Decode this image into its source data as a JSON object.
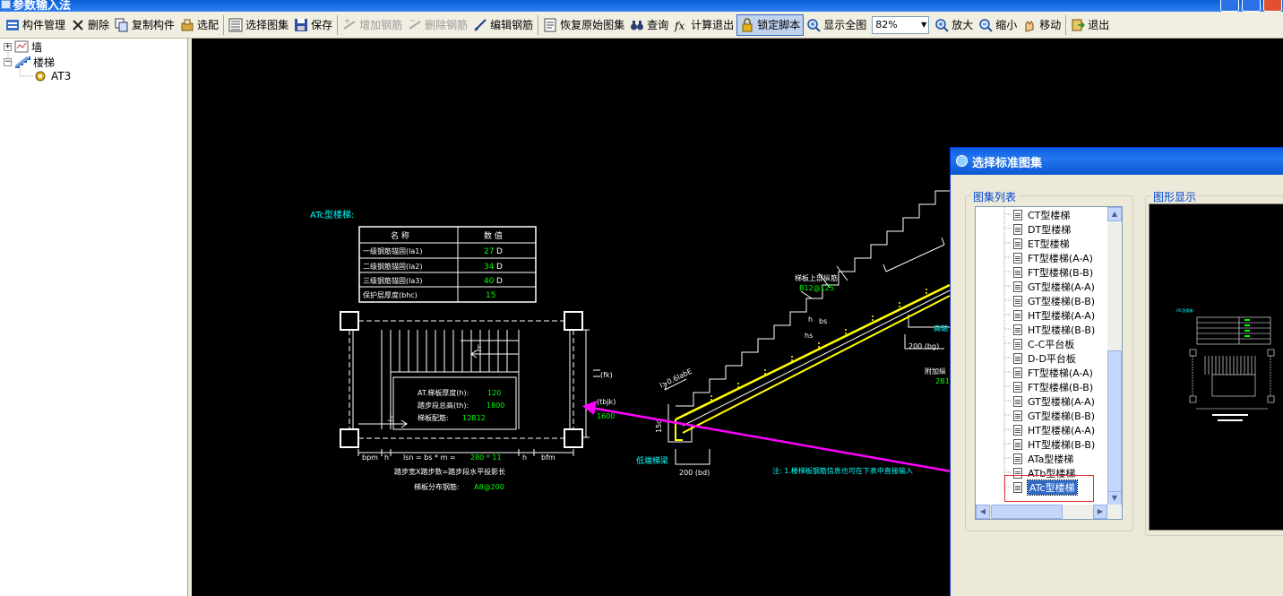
{
  "window": {
    "title": "参数输入法"
  },
  "toolbar": {
    "items": [
      {
        "label": "构件管理",
        "icon": "component-manage-icon",
        "state": "normal"
      },
      {
        "label": "删除",
        "icon": "delete-x-icon",
        "state": "normal"
      },
      {
        "label": "复制构件",
        "icon": "copy-icon",
        "state": "normal"
      },
      {
        "label": "选配",
        "icon": "select-match-icon",
        "state": "normal"
      },
      {
        "label": "选择图集",
        "icon": "atlas-select-icon",
        "state": "normal"
      },
      {
        "label": "保存",
        "icon": "floppy-save-icon",
        "state": "normal"
      },
      {
        "label": "增加钢筋",
        "icon": "add-rebar-icon",
        "state": "disabled"
      },
      {
        "label": "删除钢筋",
        "icon": "remove-rebar-icon",
        "state": "disabled"
      },
      {
        "label": "编辑钢筋",
        "icon": "edit-rebar-icon",
        "state": "normal"
      },
      {
        "label": "恢复原始图集",
        "icon": "restore-atlas-icon",
        "state": "normal"
      },
      {
        "label": "查询",
        "icon": "binoculars-icon",
        "state": "normal"
      },
      {
        "label": "计算退出",
        "icon": "fx-icon",
        "state": "normal"
      },
      {
        "label": "锁定脚本",
        "icon": "lock-icon",
        "state": "pressed"
      },
      {
        "label": "显示全图",
        "icon": "zoom-all-icon",
        "state": "normal"
      },
      {
        "label": "放大",
        "icon": "zoom-in-icon",
        "state": "normal"
      },
      {
        "label": "缩小",
        "icon": "zoom-out-icon",
        "state": "normal"
      },
      {
        "label": "移动",
        "icon": "hand-move-icon",
        "state": "normal"
      },
      {
        "label": "退出",
        "icon": "exit-icon",
        "state": "normal"
      }
    ],
    "zoom_value": "82%"
  },
  "tree": {
    "root1": "墙",
    "root2": "楼梯",
    "child": "AT3"
  },
  "drawing": {
    "type_title": "ATc型楼梯:",
    "table": {
      "headers": [
        "名  称",
        "数  值"
      ],
      "rows": [
        {
          "name": "一级钢筋锚固(la1)",
          "value": "27",
          "unit": "D"
        },
        {
          "name": "二级钢筋锚固(la2)",
          "value": "34",
          "unit": "D"
        },
        {
          "name": "三级钢筋锚固(la3)",
          "value": "40",
          "unit": "D"
        },
        {
          "name": "保护层厚度(bhc)",
          "value": "15",
          "unit": ""
        }
      ]
    },
    "plan": {
      "label_h": "AT.梯板厚度(h):",
      "value_h": "120",
      "label_th": "踏步段总高(th):",
      "value_th": "1800",
      "label_rebar": "梯板配筋:",
      "value_rebar": "12B12",
      "up": "上",
      "fk": "(fk)",
      "tbjk": "(tbjk)",
      "tbjk_value": "1600",
      "bpm": "bpm",
      "h": "h",
      "lsn": "lsn = bs * m =",
      "lsn_value": "280 * 11",
      "bfm": "bfm",
      "caption1": "踏步宽X踏步数=踏步段水平投影长",
      "caption2_label": "梯板分布钢筋:",
      "caption2_value": "A8@200"
    },
    "section": {
      "top_rebar_label": "梯板上部纵筋",
      "top_rebar_value": "B12@125",
      "low_beam": "低端梯梁",
      "bd": "200 (bd)",
      "bg": "200 (bg)",
      "hs": "hs",
      "bs": "bs",
      "h": "h",
      "anchor": "l>0.6labE",
      "dim15": "15d",
      "high_beam": "高端",
      "add": "附加纵",
      "add_val": "2B1",
      "note": "注: 1.楼梯板钢筋信息也可在下表中直接输入"
    }
  },
  "dialog": {
    "title": "选择标准图集",
    "list_group": "图集列表",
    "preview_group": "图形显示",
    "items": [
      "CT型楼梯",
      "DT型楼梯",
      "ET型楼梯",
      "FT型楼梯(A-A)",
      "FT型楼梯(B-B)",
      "GT型楼梯(A-A)",
      "GT型楼梯(B-B)",
      "HT型楼梯(A-A)",
      "HT型楼梯(B-B)",
      "C-C平台板",
      "D-D平台板",
      "FT型楼梯(A-A)",
      "FT型楼梯(B-B)",
      "GT型楼梯(A-A)",
      "GT型楼梯(B-B)",
      "HT型楼梯(A-A)",
      "HT型楼梯(B-B)",
      "ATa型楼梯",
      "ATb型楼梯",
      "ATc型楼梯"
    ],
    "selected_index": 19,
    "preview_title": "ATc型楼梯:"
  },
  "colors": {
    "accent": "#316ac5",
    "cad_yellow": "#ffff00",
    "cad_green": "#00ff00",
    "cad_cyan": "#00ffff",
    "arrow_magenta": "#ff00ff"
  }
}
